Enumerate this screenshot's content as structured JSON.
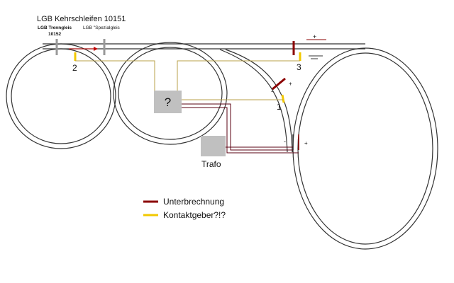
{
  "title": "LGB Kehrschleifen 10151",
  "labels": {
    "trenngleis": "LGB Trenngleis",
    "trenngleis_number": "10152",
    "spezialgleis": "LGB \"Spezialgleis",
    "contact_1": "1",
    "contact_2": "2",
    "contact_3": "3",
    "controller": "?",
    "trafo": "Trafo",
    "plus": "+",
    "minus": "-"
  },
  "legend": {
    "interruption": "Unterbrechnung",
    "contact": "Kontaktgeber?!?"
  },
  "colors": {
    "track": "#333333",
    "interruption": "#8b0000",
    "contact": "#f2c800",
    "wire_dark": "#5a0010",
    "wire_yellow": "#b8a14a",
    "box": "#c0c0c0",
    "arrow": "#c00000"
  }
}
